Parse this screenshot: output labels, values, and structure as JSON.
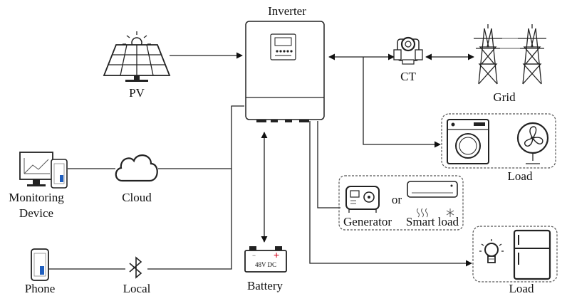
{
  "labels": {
    "inverter": "Inverter",
    "pv": "PV",
    "ct": "CT",
    "grid": "Grid",
    "load_top": "Load",
    "generator": "Generator",
    "or": "or",
    "smart_load": "Smart load",
    "load_bottom": "Load",
    "monitoring_line1": "Monitoring",
    "monitoring_line2": "Device",
    "cloud": "Cloud",
    "phone": "Phone",
    "local": "Local",
    "battery": "Battery",
    "battery_voltage": "48V DC",
    "battery_minus": "−",
    "battery_plus": "+"
  },
  "icons": [
    "solar-panel-icon",
    "inverter-icon",
    "ct-clamp-icon",
    "transmission-tower-icon",
    "washing-machine-icon",
    "fan-icon",
    "generator-icon",
    "air-conditioner-icon",
    "heat-waves-icon",
    "snowflake-icon",
    "light-bulb-icon",
    "refrigerator-icon",
    "monitor-chart-icon",
    "phone-icon",
    "cloud-icon",
    "bluetooth-icon",
    "battery-icon"
  ],
  "colors": {
    "line": "#222222",
    "battery_plus": "#d0021b",
    "phone_accent": "#1f5fbf"
  }
}
